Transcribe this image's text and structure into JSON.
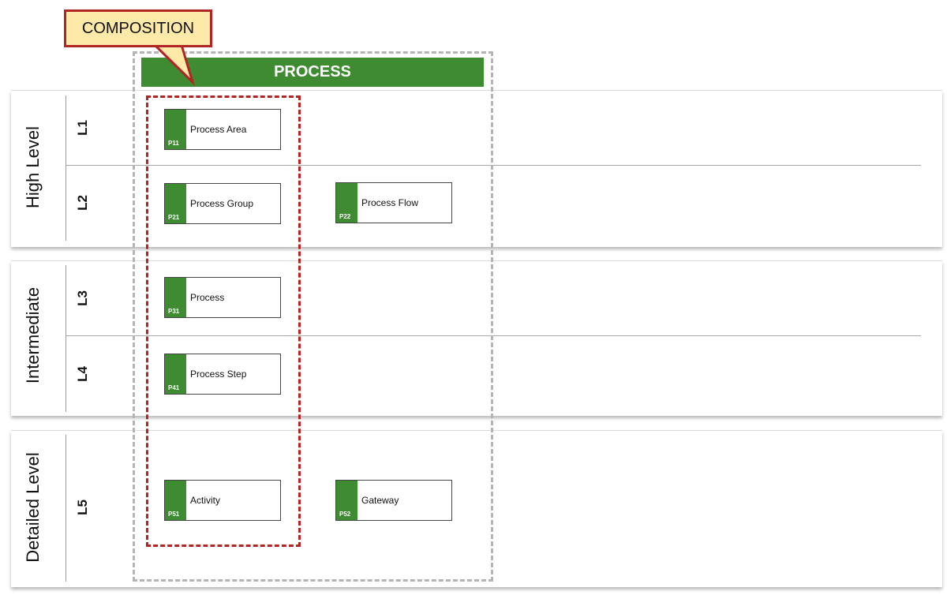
{
  "colors": {
    "process_green": "#3e8b32",
    "callout_fill": "#fde9a8",
    "callout_border": "#b22525",
    "outer_dash": "#b4b4b4",
    "inner_dash": "#b22525"
  },
  "callout": {
    "text": "COMPOSITION"
  },
  "process_header": {
    "title": "PROCESS"
  },
  "bands": [
    {
      "label": "High Level",
      "levels": [
        "L1",
        "L2"
      ]
    },
    {
      "label": "Intermediate",
      "levels": [
        "L3",
        "L4"
      ]
    },
    {
      "label": "Detailed Level",
      "levels": [
        "L5"
      ]
    }
  ],
  "boxes": [
    {
      "code": "P11",
      "label": "Process Area",
      "level": "L1"
    },
    {
      "code": "P21",
      "label": "Process Group",
      "level": "L2"
    },
    {
      "code": "P22",
      "label": "Process Flow",
      "level": "L2"
    },
    {
      "code": "P31",
      "label": "Process",
      "level": "L3"
    },
    {
      "code": "P41",
      "label": "Process Step",
      "level": "L4"
    },
    {
      "code": "P51",
      "label": "Activity",
      "level": "L5"
    },
    {
      "code": "P52",
      "label": "Gateway",
      "level": "L5"
    }
  ]
}
